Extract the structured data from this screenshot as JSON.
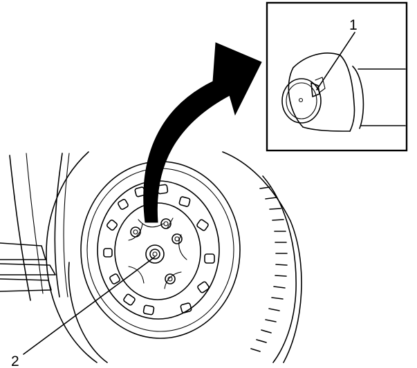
{
  "diagram": {
    "callouts": [
      {
        "id": "1",
        "label": "1"
      },
      {
        "id": "2",
        "label": "2"
      }
    ],
    "colors": {
      "line": "#000000",
      "background": "#ffffff",
      "arrow_fill": "#000000"
    }
  }
}
